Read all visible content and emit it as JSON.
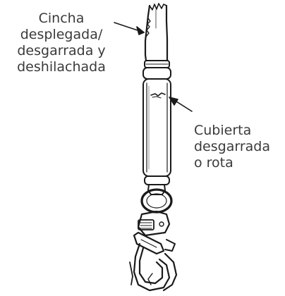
{
  "labels": {
    "webbing": {
      "line1": "Cincha",
      "line2": "desplegada/",
      "line3": "desgarrada y",
      "line4": "deshilachada"
    },
    "cover": {
      "line1": "Cubierta",
      "line2": "desgarrada",
      "line3": "o rota"
    }
  },
  "colors": {
    "ink": "#1a1a1a",
    "text": "#3a3a3a",
    "background": "#ffffff"
  }
}
